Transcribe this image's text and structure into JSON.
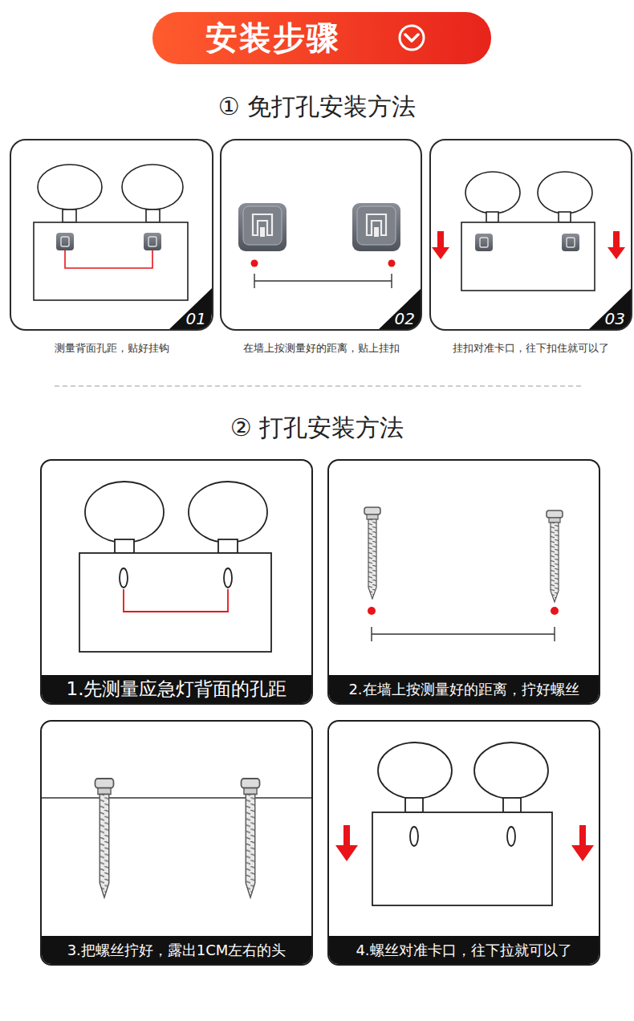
{
  "diagram": {
    "title": "安装步骤",
    "nodes": [
      {
        "text": [
          "01",
          "测量背面孔距，贴好挂钩"
        ]
      },
      {
        "text": [
          "02",
          "在墙上按测量好的距离，贴上挂扣"
        ]
      },
      {
        "text": [
          "03",
          "挂扣对准卡口，往下扣住就可以了"
        ]
      },
      {
        "text": [
          "1.先测量应急灯背面的孔距"
        ]
      },
      {
        "text": [
          "2.在墙上按测量好的距离，拧好螺丝"
        ]
      },
      {
        "text": [
          "3.把螺丝拧好，露出1CM左右的头"
        ]
      },
      {
        "text": [
          "4.螺丝对准卡口，往下拉就可以了"
        ]
      }
    ],
    "labels": [
      "① 免打孔安装方法",
      "② 打孔安装方法"
    ]
  }
}
